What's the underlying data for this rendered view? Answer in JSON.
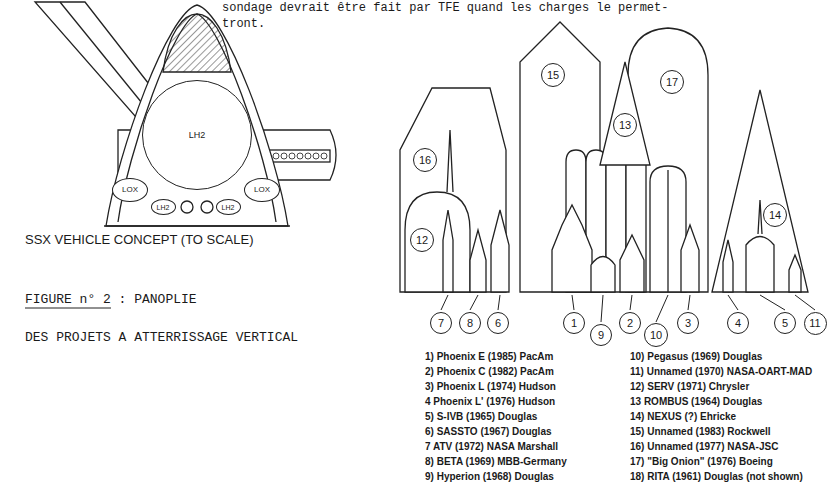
{
  "diagram": {
    "caption": "FIGURE n° 2 : PANOPLIE DES PROJETS A ATTERRISSAGE VERTICAL",
    "nodes": [
      {
        "text": [
          "LH2"
        ]
      },
      {
        "text": [
          "LOX"
        ]
      },
      {
        "text": [
          "LH2"
        ]
      },
      {
        "text": [
          "LH2"
        ]
      },
      {
        "text": [
          "LOX"
        ]
      },
      {
        "text": [
          "15"
        ]
      },
      {
        "text": [
          "13"
        ]
      },
      {
        "text": [
          "17"
        ]
      },
      {
        "text": [
          "16"
        ]
      },
      {
        "text": [
          "12"
        ]
      },
      {
        "text": [
          "14"
        ]
      },
      {
        "text": [
          "7"
        ]
      },
      {
        "text": [
          "8"
        ]
      },
      {
        "text": [
          "6"
        ]
      },
      {
        "text": [
          "1"
        ]
      },
      {
        "text": [
          "9"
        ]
      },
      {
        "text": [
          "2"
        ]
      },
      {
        "text": [
          "10"
        ]
      },
      {
        "text": [
          "3"
        ]
      },
      {
        "text": [
          "4"
        ]
      },
      {
        "text": [
          "5"
        ]
      },
      {
        "text": [
          "11"
        ]
      }
    ],
    "labels": [
      "sondage devrait être fait par TFE quand les charges le permet- tront.",
      "SSX VEHICLE CONCEPT (TO SCALE)",
      "1) Phoenix E (1985) PacAm",
      "2) Phoenix C (1982) PacAm",
      "3) Phoenix L (1974) Hudson",
      "4 Phoenix L' (1976) Hudson",
      "5) S-IVB (1965) Douglas",
      "6) SASSTO (1967) Douglas",
      "7 ATV (1972) NASA Marshall",
      "8) BETA (1969) MBB-Germany",
      "9) Hyperion (1968) Douglas",
      "10) Pegasus (1969) Douglas",
      "11) Unnamed (1970) NASA-OART-MAD",
      "12) SERV (1971) Chrysler",
      "13 ROMBUS (1964) Douglas",
      "14) NEXUS (?) Ehricke",
      "15) Unnamed (1983) Rockwell",
      "16) Unnamed (1977) NASA-JSC",
      "17) \"Big Onion\" (1976) Boeing",
      "18) RITA (1961) Douglas (not shown)"
    ]
  }
}
